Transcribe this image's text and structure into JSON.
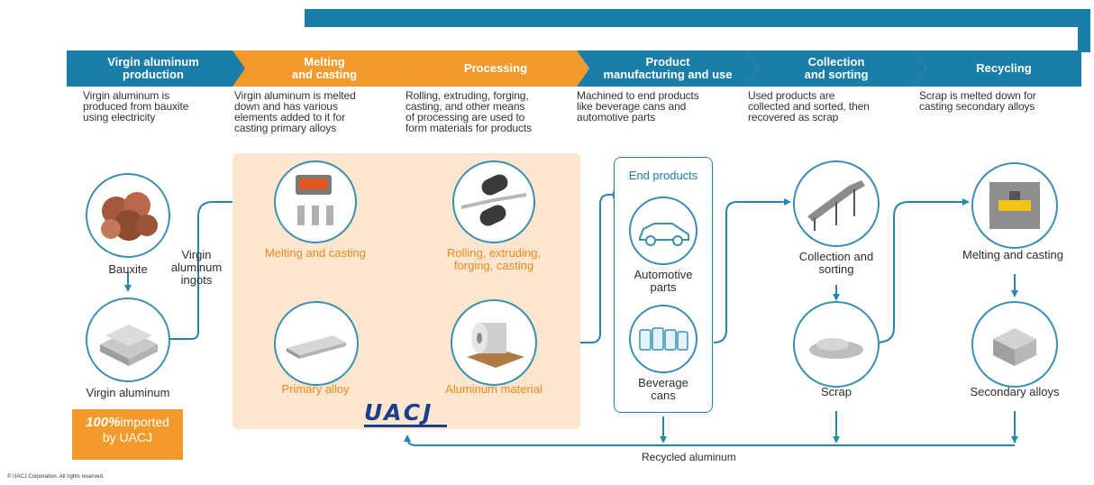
{
  "stages": [
    {
      "title": "Virgin aluminum\nproduction",
      "description": "Virgin aluminum is\nproduced from bauxite\nusing electricity"
    },
    {
      "title": "Melting\nand casting",
      "description": "Virgin aluminum is melted\ndown and has various\nelements added to it for\ncasting primary alloys"
    },
    {
      "title": "Processing",
      "description": "Rolling, extruding, forging,\ncasting, and other means\nof processing are used to\nform materials for products"
    },
    {
      "title": "Product\nmanufacturing and use",
      "description": "Machined to end products\nlike beverage cans and\nautomotive parts"
    },
    {
      "title": "Collection\nand sorting",
      "description": "Used products are\ncollected and sorted, then\nrecovered as scrap"
    },
    {
      "title": "Recycling",
      "description": "Scrap is melted down for\ncasting secondary alloys"
    }
  ],
  "nodes": {
    "bauxite": "Bauxite",
    "virgin_ingots": "Virgin\naluminum\ningots",
    "virgin_aluminum": "Virgin aluminum",
    "melting_casting": "Melting and casting",
    "primary_alloy": "Primary alloy",
    "rolling": "Rolling, extruding,\nforging, casting",
    "aluminum_material": "Aluminum material",
    "end_products": "End products",
    "automotive": "Automotive\nparts",
    "beverage": "Beverage\ncans",
    "collection": "Collection and\nsorting",
    "scrap": "Scrap",
    "recycling_melting": "Melting and casting",
    "secondary": "Secondary alloys"
  },
  "import_note": {
    "percent": "100%",
    "line1": "imported",
    "line2": "by UACJ"
  },
  "logo": "UACJ",
  "recycled_label": "Recycled aluminum",
  "copyright": "© UACJ Corporation. All rights reserved.",
  "colors": {
    "blue": "#1a7ea8",
    "orange": "#f39a2c",
    "panel": "#fde6cf",
    "line": "#2487ad",
    "logo": "#1a3e8c"
  }
}
